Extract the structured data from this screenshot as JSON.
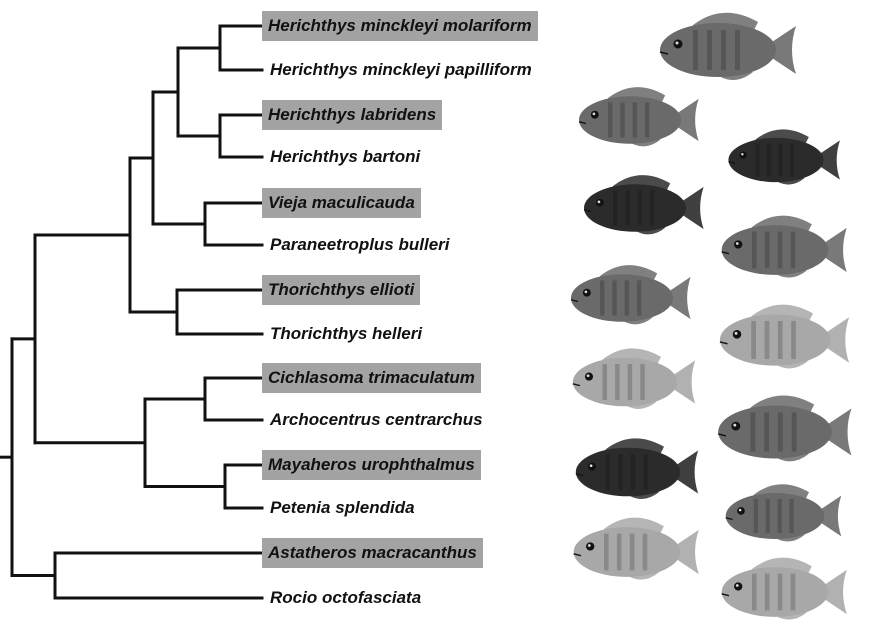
{
  "colors": {
    "line": "#111111",
    "highlight": "#a3a3a3",
    "fish_dark": "#2b2b2b",
    "fish_mid": "#6a6a6a",
    "fish_light": "#a8a8a8"
  },
  "taxa": [
    {
      "label": "Herichthys minckleyi molariform",
      "highlighted": true
    },
    {
      "label": "Herichthys minckleyi papilliform",
      "highlighted": false
    },
    {
      "label": "Herichthys labridens",
      "highlighted": true
    },
    {
      "label": "Herichthys bartoni",
      "highlighted": false
    },
    {
      "label": "Vieja maculicauda",
      "highlighted": true
    },
    {
      "label": "Paraneetroplus bulleri",
      "highlighted": false
    },
    {
      "label": "Thorichthys ellioti",
      "highlighted": true
    },
    {
      "label": "Thorichthys helleri",
      "highlighted": false
    },
    {
      "label": "Cichlasoma trimaculatum",
      "highlighted": true
    },
    {
      "label": "Archocentrus centrarchus",
      "highlighted": false
    },
    {
      "label": "Mayaheros urophthalmus",
      "highlighted": true
    },
    {
      "label": "Petenia splendida",
      "highlighted": false
    },
    {
      "label": "Astatheros macracanthus",
      "highlighted": true
    },
    {
      "label": "Rocio octofasciata",
      "highlighted": false
    }
  ],
  "fish_images": [
    {
      "species": "Herichthys minckleyi molariform",
      "icon": "fish-photo",
      "shade": "mid"
    },
    {
      "species": "Herichthys labridens",
      "icon": "fish-photo",
      "shade": "mid"
    },
    {
      "species": "Herichthys bartoni",
      "icon": "fish-photo",
      "shade": "dark"
    },
    {
      "species": "Vieja maculicauda",
      "icon": "fish-photo",
      "shade": "dark"
    },
    {
      "species": "Paraneetroplus bulleri",
      "icon": "fish-photo",
      "shade": "mid"
    },
    {
      "species": "Thorichthys ellioti",
      "icon": "fish-photo",
      "shade": "mid"
    },
    {
      "species": "Thorichthys helleri",
      "icon": "fish-photo",
      "shade": "light"
    },
    {
      "species": "Cichlasoma trimaculatum",
      "icon": "fish-photo",
      "shade": "light"
    },
    {
      "species": "Archocentrus centrarchus",
      "icon": "fish-photo",
      "shade": "mid"
    },
    {
      "species": "Mayaheros urophthalmus",
      "icon": "fish-photo",
      "shade": "dark"
    },
    {
      "species": "Petenia splendida",
      "icon": "fish-photo",
      "shade": "mid"
    },
    {
      "species": "Astatheros macracanthus",
      "icon": "fish-photo",
      "shade": "light"
    },
    {
      "species": "Rocio octofasciata",
      "icon": "fish-photo",
      "shade": "light"
    }
  ]
}
